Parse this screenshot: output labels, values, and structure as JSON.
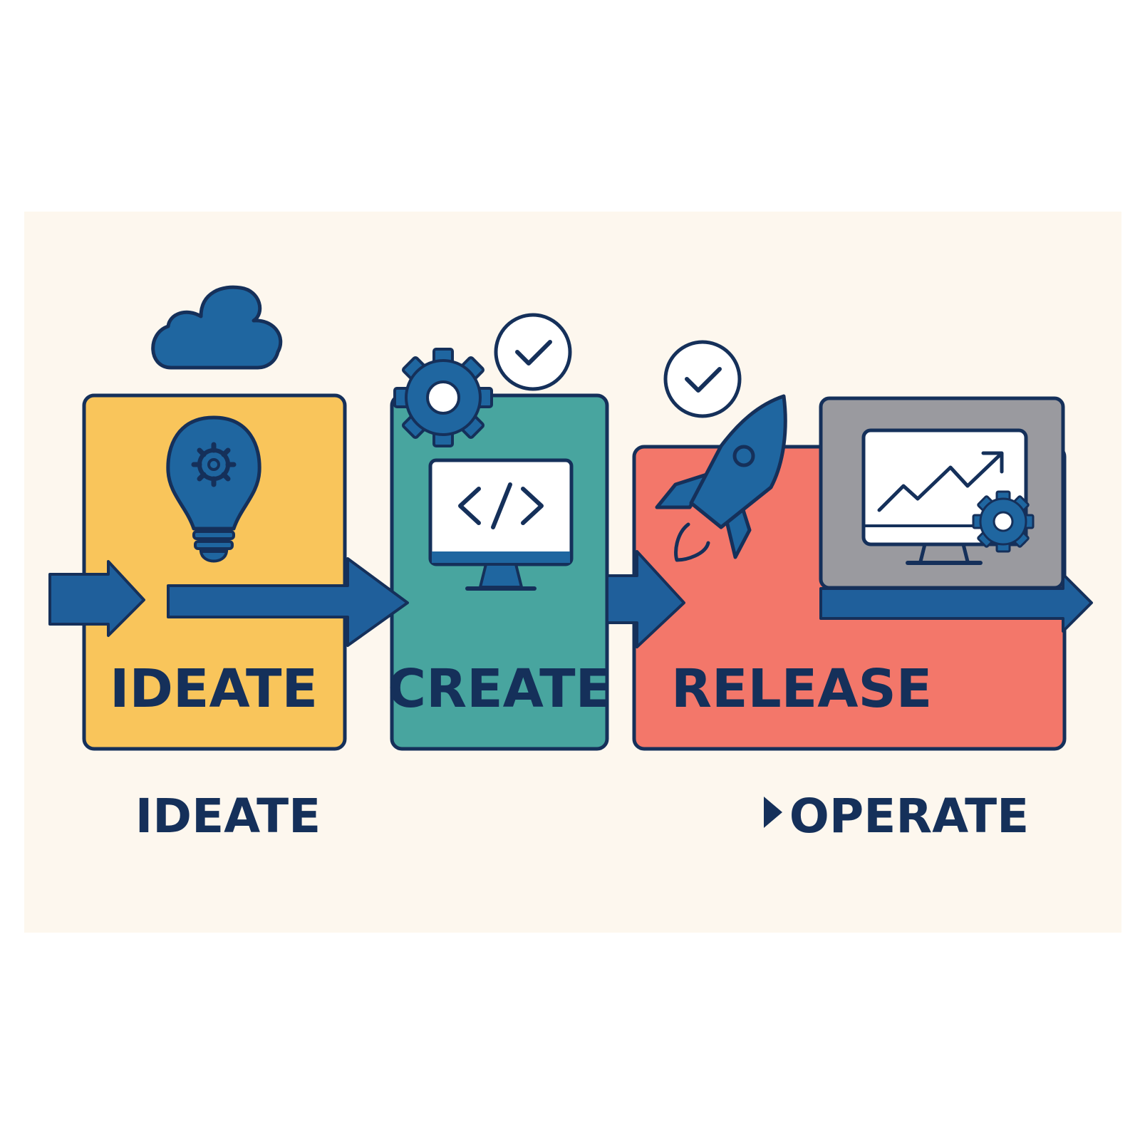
{
  "stages": [
    {
      "id": "ideate",
      "label": "IDEATE",
      "color": "#f9c55b"
    },
    {
      "id": "create",
      "label": "CREATE",
      "color": "#48a59f"
    },
    {
      "id": "release",
      "label": "RELEASE",
      "color": "#f3776a"
    },
    {
      "id": "operate",
      "label": "",
      "color": "#9a9a9f"
    }
  ],
  "bottom_labels": {
    "left": "IDEATE",
    "right": "OPERATE"
  },
  "colors": {
    "background": "#fdf7ee",
    "outline": "#15305a",
    "icon_blue": "#1f66a0",
    "arrow_blue": "#1f5f9b",
    "screen": "#ffffff"
  },
  "icons": [
    "cloud-icon",
    "lightbulb-gear-icon",
    "gear-icon",
    "check-circle-icon",
    "code-monitor-icon",
    "rocket-icon",
    "chart-monitor-icon",
    "small-gear-icon",
    "play-triangle-icon"
  ]
}
